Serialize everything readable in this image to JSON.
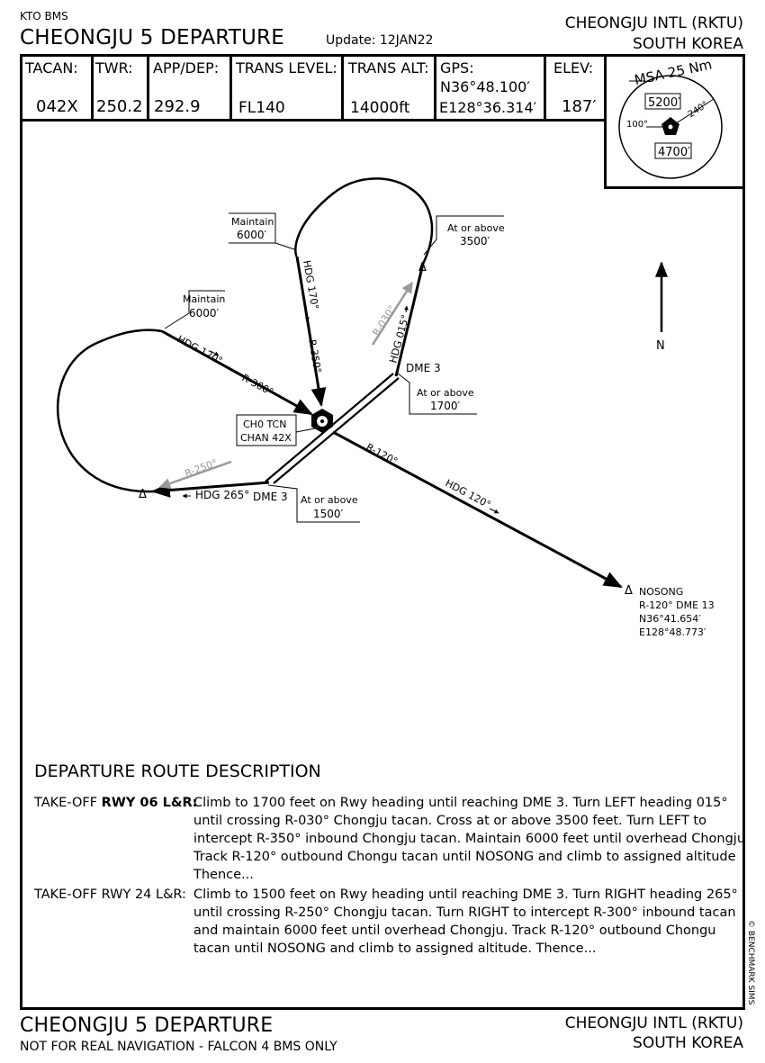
{
  "header": {
    "source": "KTO BMS",
    "title": "CHEONGJU 5 DEPARTURE",
    "update": "Update: 12JAN22",
    "airport": "CHEONGJU INTL (RKTU)",
    "country": "SOUTH KOREA"
  },
  "info": {
    "tacan_label": "TACAN:",
    "tacan": "042X",
    "twr_label": "TWR:",
    "twr": "250.2",
    "app_label": "APP/DEP:",
    "app": "292.9",
    "trans_level_label": "TRANS LEVEL:",
    "trans_level": "FL140",
    "trans_alt_label": "TRANS ALT:",
    "trans_alt": "14000ft",
    "gps_label": "GPS:",
    "gps_n": "N36°48.100′",
    "gps_e": "E128°36.314′",
    "elev_label": "ELEV:",
    "elev": "187′"
  },
  "msa": {
    "title": "MSA 25 Nm",
    "top_alt": "5200′",
    "bottom_alt": "4700′",
    "left_brg": "100°",
    "right_brg": "240°"
  },
  "chart": {
    "maintain_1": "Maintain",
    "maintain_1_alt": "6000′",
    "maintain_2": "Maintain",
    "maintain_2_alt": "6000′",
    "at_above_a": "At or above",
    "at_above_a_alt": "3500′",
    "at_above_b": "At or above",
    "at_above_b_alt": "1700′",
    "at_above_c": "At or above",
    "at_above_c_alt": "1500′",
    "dme3_a": "DME 3",
    "dme3_b": "DME 3",
    "hdg170": "HDG 170°",
    "r350": "R-350°",
    "r030": "R-030°",
    "hdg015": "HDG 015°",
    "hdg120_a": "HDG 120°",
    "r300": "R-300°",
    "r250": "R-250°",
    "hdg265": "HDG 265°",
    "r120": "R-120°",
    "hdg120_b": "HDG 120°",
    "tacan_name": "CH0 TCN",
    "tacan_chan": "CHAN 42X",
    "north": "N",
    "nosong": "NOSONG",
    "nosong_dme": "R-120° DME 13",
    "nosong_n": "N36°41.654′",
    "nosong_e": "E128°48.773′"
  },
  "description": {
    "heading": "DEPARTURE ROUTE DESCRIPTION",
    "rwy06_label_a": "TAKE-OFF ",
    "rwy06_label_b": "RWY 06 L&R:",
    "rwy06_lines": [
      "Climb to 1700 feet on Rwy heading until reaching DME 3. Turn LEFT heading 015°",
      "until crossing R-030° Chongju tacan. Cross at or above 3500 feet. Turn LEFT to",
      "intercept R-350° inbound Chongju tacan. Maintain 6000 feet until overhead Chongju",
      "Track R-120° outbound Chongu tacan until NOSONG and climb to assigned altitude",
      "Thence..."
    ],
    "rwy24_label": "TAKE-OFF RWY 24 L&R:",
    "rwy24_lines": [
      "Climb to 1500 feet on Rwy heading until reaching DME 3. Turn RIGHT heading 265°",
      "until crossing R-250° Chongju tacan. Turn RIGHT to intercept R-300° inbound tacan",
      "and maintain 6000 feet until overhead Chongju. Track R-120° outbound Chongu",
      "tacan until NOSONG and climb to assigned altitude. Thence..."
    ]
  },
  "copyright": "© BENCHMARK SIMS",
  "footer": {
    "title": "CHEONGJU 5 DEPARTURE",
    "note": "NOT FOR REAL NAVIGATION - FALCON 4 BMS ONLY",
    "airport": "CHEONGJU INTL (RKTU)",
    "country": "SOUTH KOREA"
  }
}
